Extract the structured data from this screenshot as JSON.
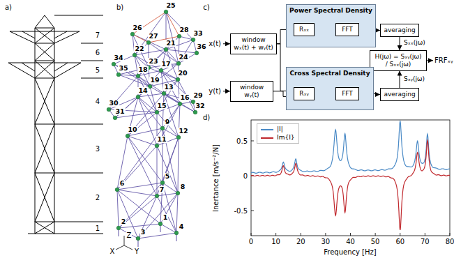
{
  "diagram": {
    "nodes": [
      {
        "text": [
          "window",
          "wₓ(t) + wᵧ(t)"
        ]
      },
      {
        "text": [
          "Power Spectral Density"
        ]
      },
      {
        "text": [
          "Rₓₓ"
        ],
        "in": 1
      },
      {
        "text": [
          "FFT"
        ],
        "in": 1
      },
      {
        "text": [
          "averaging"
        ]
      },
      {
        "text": [
          "H(jω) = Sₓᵧ(jω) / Sₓₓ(jω)"
        ]
      },
      {
        "text": [
          "window",
          "wᵧ(t)"
        ]
      },
      {
        "text": [
          "Cross Spectral Density"
        ]
      },
      {
        "text": [
          "Rₓᵧ"
        ],
        "in": 7
      },
      {
        "text": [
          "FFT"
        ],
        "in": 7
      },
      {
        "text": [
          "averaging"
        ]
      }
    ],
    "edges": [
      {
        "from": 0,
        "to": 2,
        "arrow": "to"
      },
      {
        "from": 0,
        "to": 8,
        "arrow": "to"
      },
      {
        "from": 6,
        "to": 8,
        "arrow": "to"
      },
      {
        "from": 2,
        "to": 3,
        "arrow": "to"
      },
      {
        "from": 8,
        "to": 9,
        "arrow": "to"
      },
      {
        "from": 3,
        "to": 4,
        "arrow": "to"
      },
      {
        "from": 9,
        "to": 10,
        "arrow": "to"
      },
      {
        "from": 4,
        "to": 5,
        "label": "Sₓₓ(jω)",
        "arrow": "to"
      },
      {
        "from": 10,
        "to": 5,
        "label": "Sₓᵧ(jω)",
        "arrow": "to"
      }
    ],
    "labels": [
      "a)",
      "b)",
      "c)",
      "d)",
      "7",
      "6",
      "5",
      "4",
      "3",
      "2",
      "1",
      "1",
      "2",
      "3",
      "4",
      "5",
      "6",
      "7",
      "8",
      "9",
      "10",
      "11",
      "12",
      "13",
      "14",
      "15",
      "16",
      "17",
      "18",
      "19",
      "20",
      "21",
      "22",
      "23",
      "24",
      "25",
      "26",
      "27",
      "28",
      "29",
      "30",
      "31",
      "32",
      "33",
      "34",
      "35",
      "36",
      "X",
      "Z",
      "Y",
      "x(t)",
      "y(t)",
      "FRFₓᵧ",
      "Inertance [m/s⁻²/N]",
      "Frequency [Hz]",
      "0.5",
      "0",
      "-0.5",
      "0",
      "10",
      "20",
      "30",
      "40",
      "50",
      "60",
      "70",
      "80"
    ],
    "legend": [
      {
        "text": "|I|",
        "color": "#4a8ac6"
      },
      {
        "text": "Im{I}",
        "color": "#c0282d"
      }
    ]
  }
}
